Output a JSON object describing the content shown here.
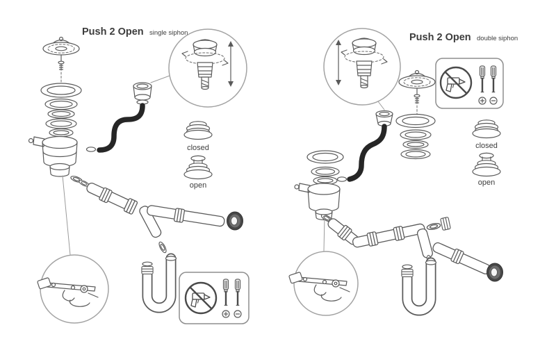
{
  "page": {
    "background": "#ffffff"
  },
  "panels": {
    "left": {
      "title_main": "Push 2 Open",
      "title_sub": "single siphon",
      "state_closed_label": "closed",
      "state_open_label": "open"
    },
    "right": {
      "title_main": "Push 2 Open",
      "title_sub": "double siphon",
      "state_closed_label": "closed",
      "state_open_label": "open"
    }
  },
  "icons": {
    "detail_callouts": [
      "push-button-mechanism",
      "lever-mechanism"
    ],
    "warning_box": {
      "prohibition": "no-spray-gun-icon",
      "tools": [
        "flat-screwdriver-icon",
        "cross-screwdriver-icon"
      ],
      "symbols": [
        "plus-circle",
        "minus-circle"
      ]
    }
  },
  "colors": {
    "line": "#5a5a5a",
    "text": "#3d3d3d",
    "hose": "#262626",
    "callout_stroke": "#a3a3a3",
    "flange_dark": "#474747"
  }
}
